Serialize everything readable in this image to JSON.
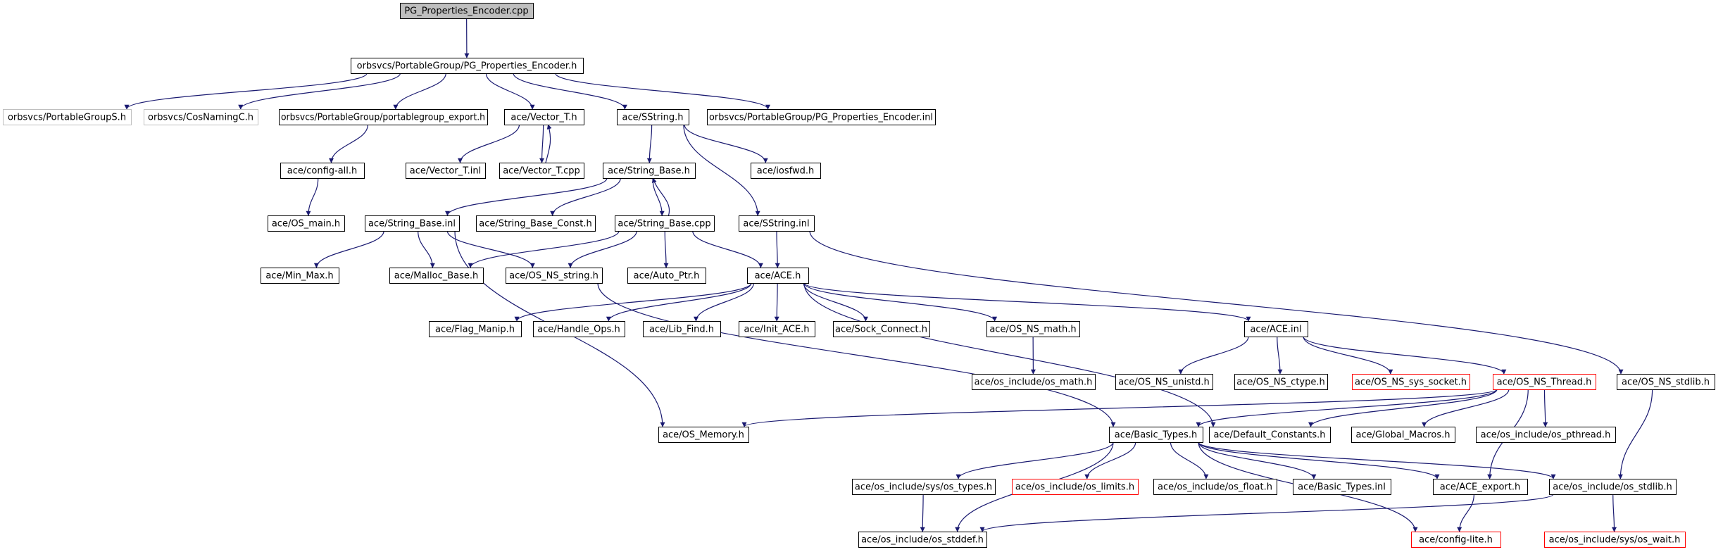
{
  "colors": {
    "edge": "#191970",
    "border": {
      "normal": "#000000",
      "root": "#000000",
      "truncated": "#ff0000",
      "external": "#bfbfbf"
    },
    "fill": {
      "normal": "#ffffff",
      "root": "#bfbfbf"
    }
  },
  "nodes": [
    {
      "id": "pg_cpp",
      "label": "PG_Properties_Encoder.cpp",
      "style": "root"
    },
    {
      "id": "pg_h",
      "label": "orbsvcs/PortableGroup/PG_Properties_Encoder.h",
      "style": "normal"
    },
    {
      "id": "pgs_h",
      "label": "orbsvcs/PortableGroupS.h",
      "style": "external"
    },
    {
      "id": "cosnaming",
      "label": "orbsvcs/CosNamingC.h",
      "style": "external"
    },
    {
      "id": "pg_export",
      "label": "orbsvcs/PortableGroup/portablegroup_export.h",
      "style": "normal"
    },
    {
      "id": "vector_h",
      "label": "ace/Vector_T.h",
      "style": "normal"
    },
    {
      "id": "sstring_h",
      "label": "ace/SString.h",
      "style": "normal"
    },
    {
      "id": "pg_inl",
      "label": "orbsvcs/PortableGroup/PG_Properties_Encoder.inl",
      "style": "normal"
    },
    {
      "id": "config_all",
      "label": "ace/config-all.h",
      "style": "normal"
    },
    {
      "id": "vector_inl",
      "label": "ace/Vector_T.inl",
      "style": "normal"
    },
    {
      "id": "vector_cpp",
      "label": "ace/Vector_T.cpp",
      "style": "normal"
    },
    {
      "id": "string_base_h",
      "label": "ace/String_Base.h",
      "style": "normal"
    },
    {
      "id": "iosfwd",
      "label": "ace/iosfwd.h",
      "style": "normal"
    },
    {
      "id": "os_main",
      "label": "ace/OS_main.h",
      "style": "normal"
    },
    {
      "id": "string_base_inl",
      "label": "ace/String_Base.inl",
      "style": "normal"
    },
    {
      "id": "string_base_const",
      "label": "ace/String_Base_Const.h",
      "style": "normal"
    },
    {
      "id": "string_base_cpp",
      "label": "ace/String_Base.cpp",
      "style": "normal"
    },
    {
      "id": "sstring_inl",
      "label": "ace/SString.inl",
      "style": "normal"
    },
    {
      "id": "min_max",
      "label": "ace/Min_Max.h",
      "style": "normal"
    },
    {
      "id": "malloc_base",
      "label": "ace/Malloc_Base.h",
      "style": "normal"
    },
    {
      "id": "os_ns_string",
      "label": "ace/OS_NS_string.h",
      "style": "normal"
    },
    {
      "id": "auto_ptr",
      "label": "ace/Auto_Ptr.h",
      "style": "normal"
    },
    {
      "id": "ace_h",
      "label": "ace/ACE.h",
      "style": "normal"
    },
    {
      "id": "flag_manip",
      "label": "ace/Flag_Manip.h",
      "style": "normal"
    },
    {
      "id": "handle_ops",
      "label": "ace/Handle_Ops.h",
      "style": "normal"
    },
    {
      "id": "lib_find",
      "label": "ace/Lib_Find.h",
      "style": "normal"
    },
    {
      "id": "init_ace",
      "label": "ace/Init_ACE.h",
      "style": "normal"
    },
    {
      "id": "sock_connect",
      "label": "ace/Sock_Connect.h",
      "style": "normal"
    },
    {
      "id": "os_ns_math",
      "label": "ace/OS_NS_math.h",
      "style": "normal"
    },
    {
      "id": "ace_inl",
      "label": "ace/ACE.inl",
      "style": "normal"
    },
    {
      "id": "os_include_math",
      "label": "ace/os_include/os_math.h",
      "style": "normal"
    },
    {
      "id": "os_ns_unistd",
      "label": "ace/OS_NS_unistd.h",
      "style": "normal"
    },
    {
      "id": "os_ns_ctype",
      "label": "ace/OS_NS_ctype.h",
      "style": "normal"
    },
    {
      "id": "os_ns_sys_socket",
      "label": "ace/OS_NS_sys_socket.h",
      "style": "truncated"
    },
    {
      "id": "os_ns_thread",
      "label": "ace/OS_NS_Thread.h",
      "style": "truncated"
    },
    {
      "id": "os_ns_stdlib",
      "label": "ace/OS_NS_stdlib.h",
      "style": "normal"
    },
    {
      "id": "os_memory",
      "label": "ace/OS_Memory.h",
      "style": "normal"
    },
    {
      "id": "basic_types",
      "label": "ace/Basic_Types.h",
      "style": "normal"
    },
    {
      "id": "default_constants",
      "label": "ace/Default_Constants.h",
      "style": "normal"
    },
    {
      "id": "global_macros",
      "label": "ace/Global_Macros.h",
      "style": "normal"
    },
    {
      "id": "os_include_pthread",
      "label": "ace/os_include/os_pthread.h",
      "style": "normal"
    },
    {
      "id": "os_include_sys_types",
      "label": "ace/os_include/sys/os_types.h",
      "style": "normal"
    },
    {
      "id": "os_include_limits",
      "label": "ace/os_include/os_limits.h",
      "style": "truncated"
    },
    {
      "id": "os_include_float",
      "label": "ace/os_include/os_float.h",
      "style": "normal"
    },
    {
      "id": "basic_types_inl",
      "label": "ace/Basic_Types.inl",
      "style": "normal"
    },
    {
      "id": "ace_export",
      "label": "ace/ACE_export.h",
      "style": "normal"
    },
    {
      "id": "os_include_stdlib",
      "label": "ace/os_include/os_stdlib.h",
      "style": "normal"
    },
    {
      "id": "os_include_stddef",
      "label": "ace/os_include/os_stddef.h",
      "style": "normal"
    },
    {
      "id": "config_lite",
      "label": "ace/config-lite.h",
      "style": "truncated"
    },
    {
      "id": "os_include_sys_wait",
      "label": "ace/os_include/sys/os_wait.h",
      "style": "truncated"
    }
  ],
  "edges": [
    [
      "pg_cpp",
      "pg_h"
    ],
    [
      "pg_h",
      "pgs_h"
    ],
    [
      "pg_h",
      "cosnaming"
    ],
    [
      "pg_h",
      "pg_export"
    ],
    [
      "pg_h",
      "vector_h"
    ],
    [
      "pg_h",
      "sstring_h"
    ],
    [
      "pg_h",
      "pg_inl"
    ],
    [
      "pg_export",
      "config_all"
    ],
    [
      "config_all",
      "os_main"
    ],
    [
      "vector_h",
      "vector_inl"
    ],
    [
      "vector_h",
      "vector_cpp"
    ],
    [
      "vector_cpp",
      "vector_h"
    ],
    [
      "sstring_h",
      "string_base_h"
    ],
    [
      "sstring_h",
      "iosfwd"
    ],
    [
      "sstring_h",
      "sstring_inl"
    ],
    [
      "string_base_h",
      "string_base_inl"
    ],
    [
      "string_base_h",
      "string_base_const"
    ],
    [
      "string_base_h",
      "string_base_cpp"
    ],
    [
      "string_base_cpp",
      "string_base_h"
    ],
    [
      "string_base_inl",
      "min_max"
    ],
    [
      "string_base_inl",
      "malloc_base"
    ],
    [
      "string_base_inl",
      "os_ns_string"
    ],
    [
      "string_base_inl",
      "os_memory"
    ],
    [
      "string_base_cpp",
      "malloc_base"
    ],
    [
      "string_base_cpp",
      "os_ns_string"
    ],
    [
      "string_base_cpp",
      "auto_ptr"
    ],
    [
      "string_base_cpp",
      "ace_h"
    ],
    [
      "sstring_inl",
      "ace_h"
    ],
    [
      "sstring_inl",
      "os_ns_stdlib"
    ],
    [
      "os_ns_string",
      "basic_types"
    ],
    [
      "ace_h",
      "flag_manip"
    ],
    [
      "ace_h",
      "handle_ops"
    ],
    [
      "ace_h",
      "lib_find"
    ],
    [
      "ace_h",
      "init_ace"
    ],
    [
      "ace_h",
      "sock_connect"
    ],
    [
      "ace_h",
      "os_ns_math"
    ],
    [
      "ace_h",
      "ace_inl"
    ],
    [
      "ace_h",
      "default_constants"
    ],
    [
      "os_ns_math",
      "os_include_math"
    ],
    [
      "ace_inl",
      "os_ns_unistd"
    ],
    [
      "ace_inl",
      "os_ns_ctype"
    ],
    [
      "ace_inl",
      "os_ns_sys_socket"
    ],
    [
      "ace_inl",
      "os_ns_thread"
    ],
    [
      "os_ns_thread",
      "os_memory"
    ],
    [
      "os_ns_thread",
      "basic_types"
    ],
    [
      "os_ns_thread",
      "default_constants"
    ],
    [
      "os_ns_thread",
      "global_macros"
    ],
    [
      "os_ns_thread",
      "os_include_pthread"
    ],
    [
      "os_ns_thread",
      "ace_export"
    ],
    [
      "os_ns_stdlib",
      "os_include_stdlib"
    ],
    [
      "basic_types",
      "os_include_sys_types"
    ],
    [
      "basic_types",
      "os_include_limits"
    ],
    [
      "basic_types",
      "os_include_float"
    ],
    [
      "basic_types",
      "basic_types_inl"
    ],
    [
      "basic_types",
      "ace_export"
    ],
    [
      "basic_types",
      "os_include_stdlib"
    ],
    [
      "basic_types",
      "os_include_stddef"
    ],
    [
      "basic_types",
      "config_lite"
    ],
    [
      "os_include_sys_types",
      "os_include_stddef"
    ],
    [
      "ace_export",
      "config_lite"
    ],
    [
      "os_include_stdlib",
      "os_include_stddef"
    ],
    [
      "os_include_stdlib",
      "os_include_sys_wait"
    ]
  ]
}
